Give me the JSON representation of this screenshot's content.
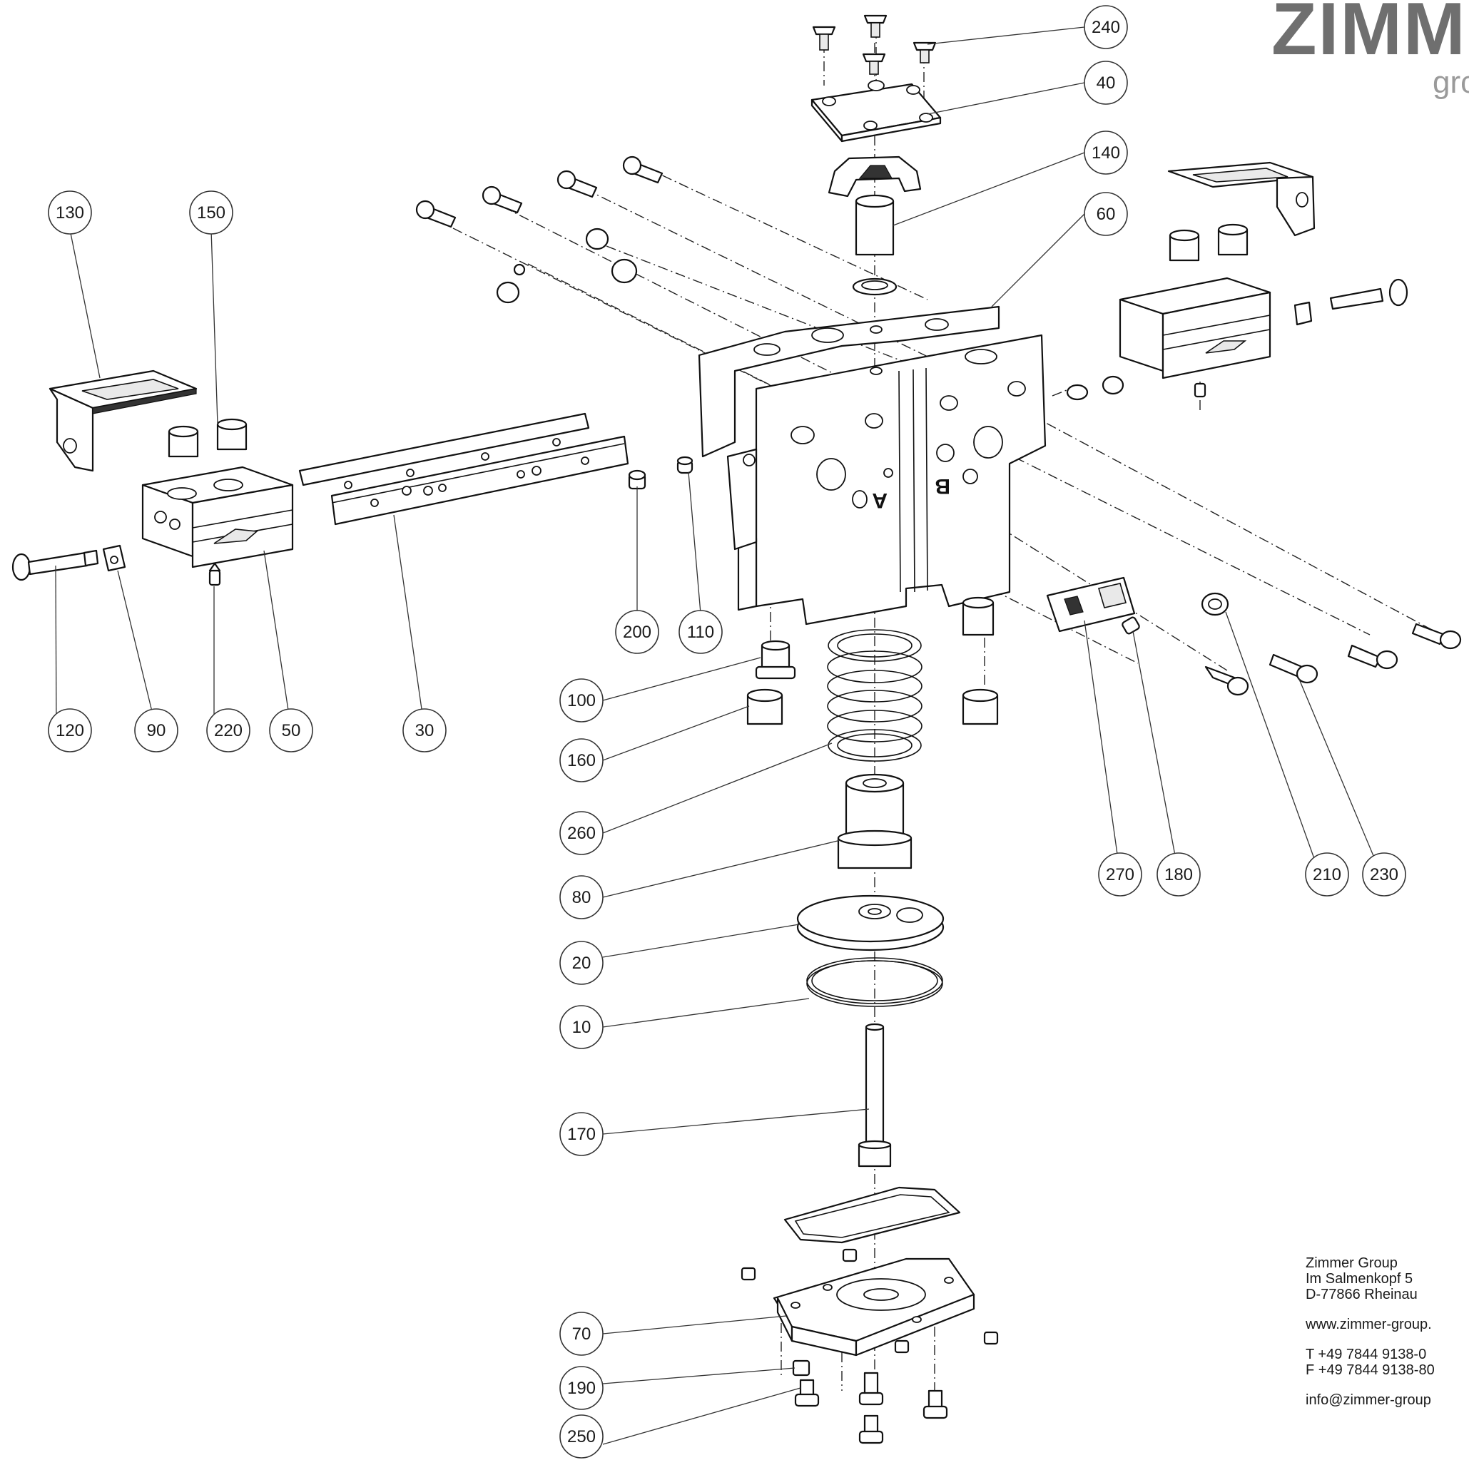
{
  "brand": {
    "name": "ZIMME",
    "sub": "grc"
  },
  "callouts": {
    "c240": "240",
    "c40": "40",
    "c140": "140",
    "c60": "60",
    "c130": "130",
    "c150": "150",
    "c120": "120",
    "c90": "90",
    "c220": "220",
    "c50": "50",
    "c30": "30",
    "c200": "200",
    "c110": "110",
    "c100": "100",
    "c160": "160",
    "c260": "260",
    "c80": "80",
    "c20": "20",
    "c10": "10",
    "c170": "170",
    "c70": "70",
    "c190": "190",
    "c250": "250",
    "c270": "270",
    "c180": "180",
    "c210": "210",
    "c230": "230"
  },
  "port_labels": {
    "a": "A",
    "b": "B"
  },
  "address": {
    "company": "Zimmer Group",
    "street": "Im Salmenkopf 5",
    "city": "D-77866 Rheinau",
    "web": "www.zimmer-group.",
    "phone": "T +49 7844 9138-0",
    "fax": "F +49 7844 9138-80",
    "email": "info@zimmer-group"
  }
}
